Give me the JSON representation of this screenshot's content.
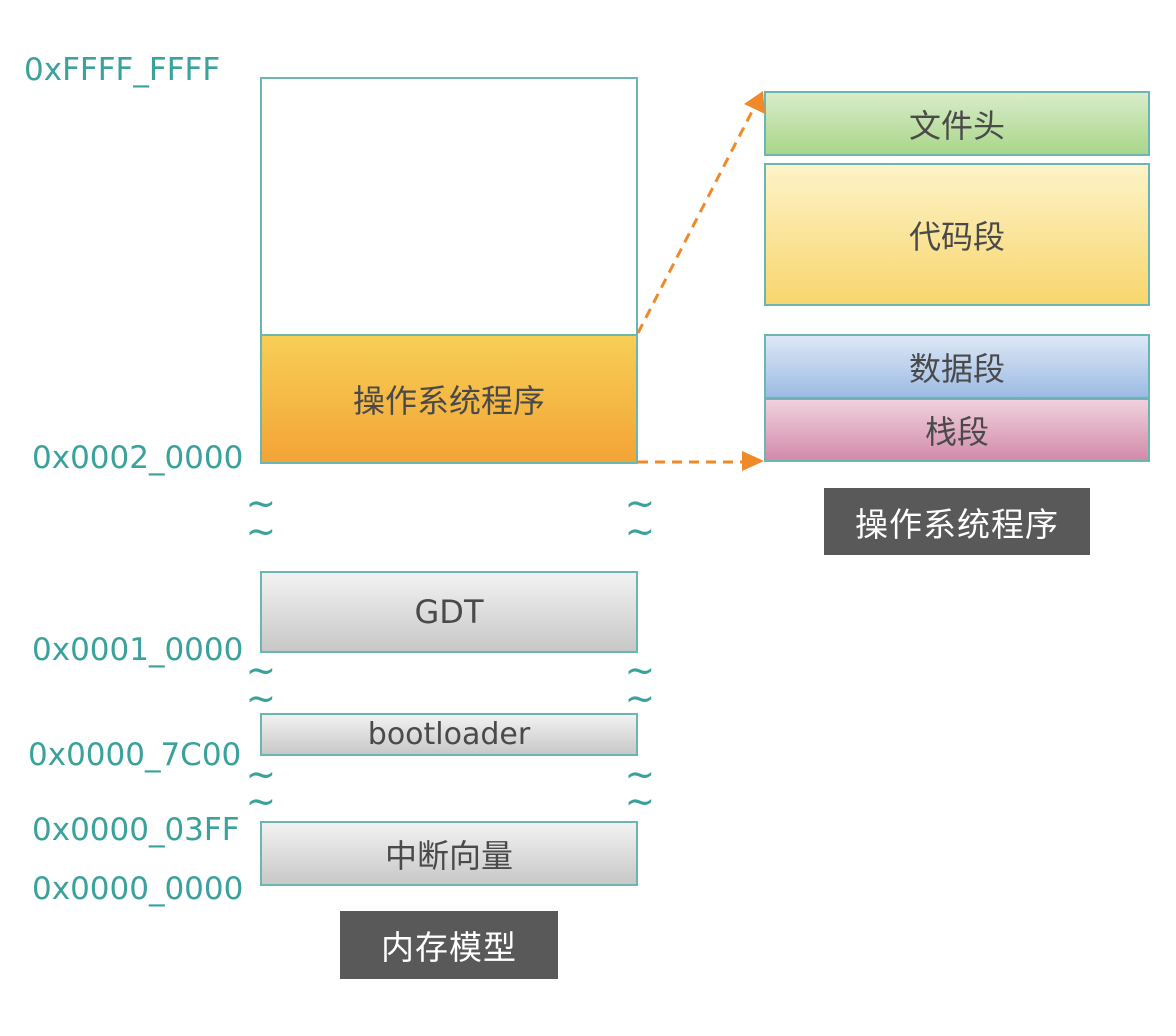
{
  "memory_model": {
    "addresses": {
      "top": "0xFFFF_FFFF",
      "os_start": "0x0002_0000",
      "gdt_start": "0x0001_0000",
      "bootloader_start": "0x0000_7C00",
      "ivt_end": "0x0000_03FF",
      "bottom": "0x0000_0000"
    },
    "blocks": {
      "os": "操作系统程序",
      "gdt": "GDT",
      "bootloader": "bootloader",
      "ivt": "中断向量"
    },
    "gap_symbol": "~",
    "caption": "内存模型"
  },
  "os_program": {
    "segments": {
      "file_header": "文件头",
      "code": "代码段",
      "data": "数据段",
      "stack": "栈段"
    },
    "caption": "操作系统程序"
  },
  "colors": {
    "address_text": "#3aa19b",
    "border": "#6bb6b2",
    "arrow": "#f0892a",
    "caption_bg": "#595959"
  }
}
